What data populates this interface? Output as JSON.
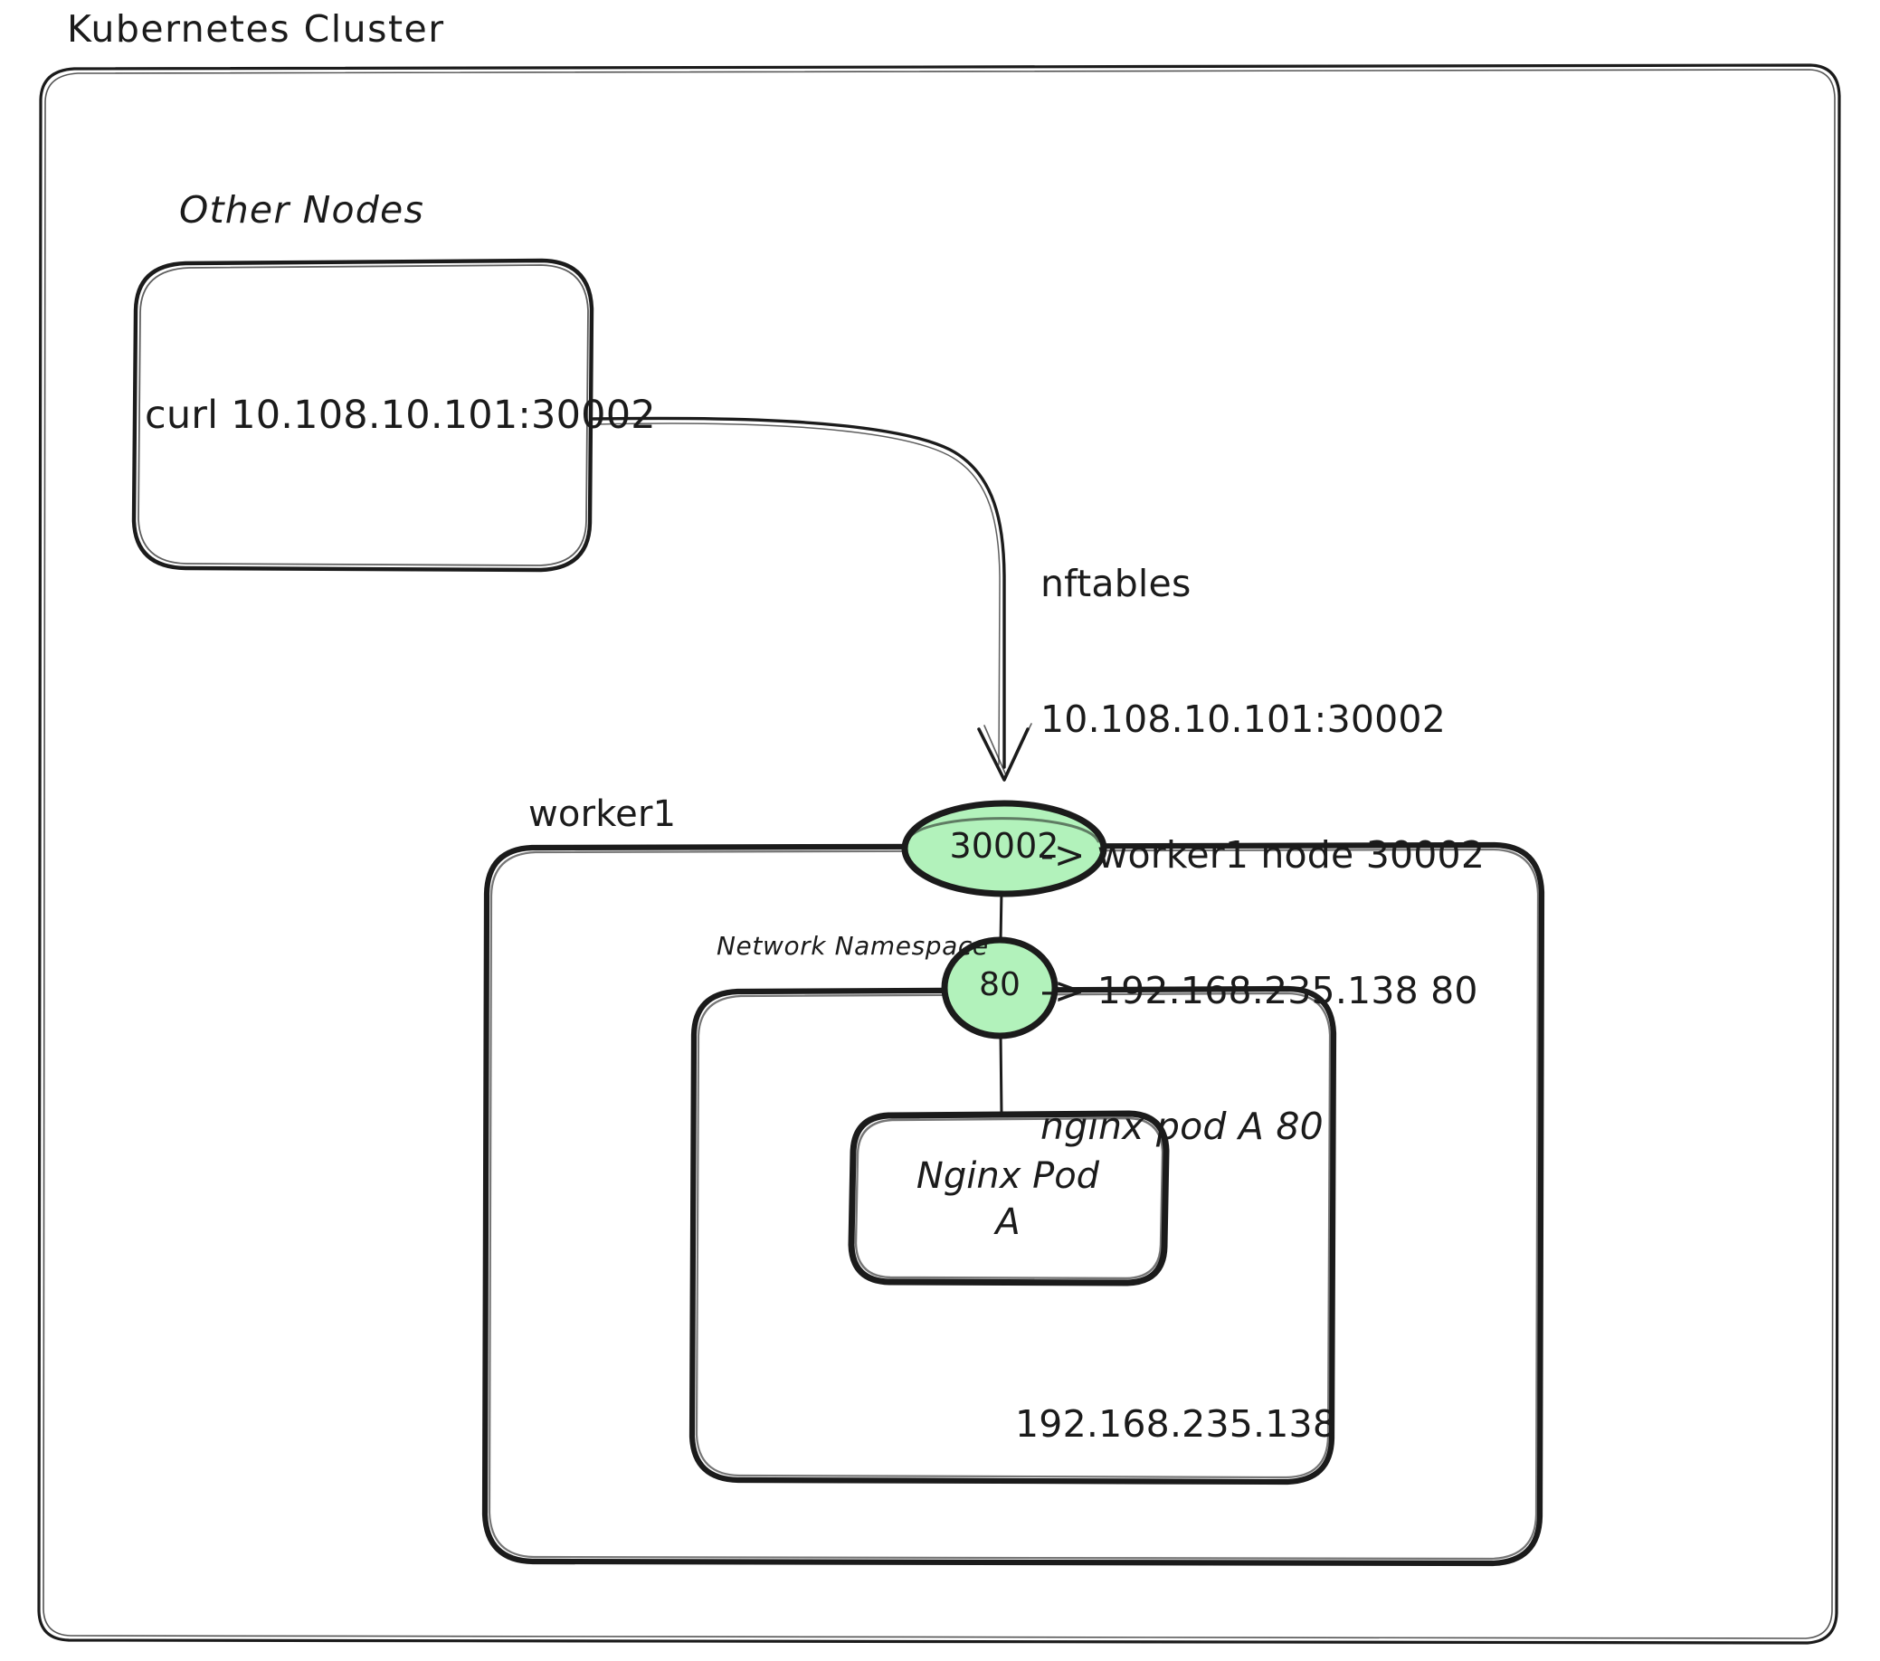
{
  "diagram": {
    "title": "Kubernetes Cluster",
    "theme": {
      "background": "#ffffff",
      "stroke": "#1b1b1b",
      "ellipse_fill": "#b2f2bb"
    },
    "groups": {
      "cluster": {
        "label": "Kubernetes Cluster"
      },
      "other_nodes": {
        "label": "Other Nodes",
        "content": "curl 10.108.10.101:30002"
      },
      "worker": {
        "label": "worker1"
      },
      "namespace": {
        "label": "Network Namespace",
        "ip": "192.168.235.138"
      }
    },
    "annotation": {
      "lines": [
        "nftables",
        "10.108.10.101:30002",
        "-> worker1 node 30002",
        "-> 192.168.235.138 80",
        "nginx pod A 80"
      ]
    },
    "ports": {
      "nodeport": "30002",
      "containerport": "80"
    },
    "pod": {
      "name": "Nginx Pod",
      "suffix": "A"
    }
  }
}
